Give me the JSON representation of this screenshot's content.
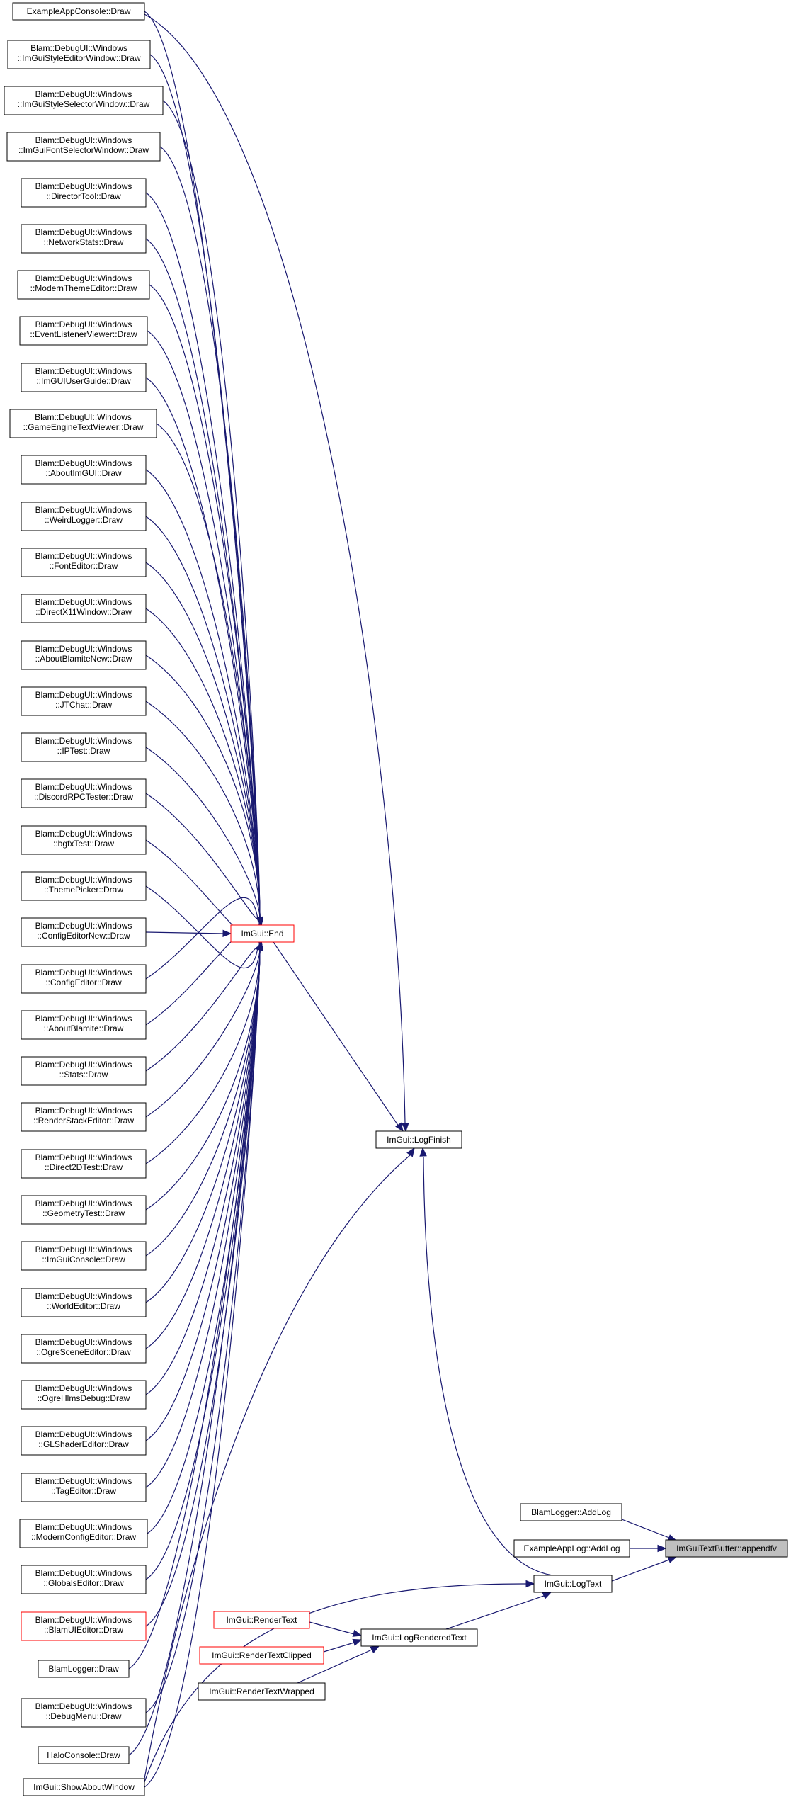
{
  "graph": {
    "title": "",
    "edge_color": "#191970",
    "red_border_color": "#ff0000",
    "focus_fill_color": "#bfbfbf",
    "nodes": [
      {
        "id": "appconsole",
        "lines": [
          "ExampleAppConsole::Draw"
        ]
      },
      {
        "id": "styleeditor",
        "lines": [
          "Blam::DebugUI::Windows",
          "::ImGuiStyleEditorWindow::Draw"
        ]
      },
      {
        "id": "styleselector",
        "lines": [
          "Blam::DebugUI::Windows",
          "::ImGuiStyleSelectorWindow::Draw"
        ]
      },
      {
        "id": "fontselector",
        "lines": [
          "Blam::DebugUI::Windows",
          "::ImGuiFontSelectorWindow::Draw"
        ]
      },
      {
        "id": "directortool",
        "lines": [
          "Blam::DebugUI::Windows",
          "::DirectorTool::Draw"
        ]
      },
      {
        "id": "networkstats",
        "lines": [
          "Blam::DebugUI::Windows",
          "::NetworkStats::Draw"
        ]
      },
      {
        "id": "moderntheme",
        "lines": [
          "Blam::DebugUI::Windows",
          "::ModernThemeEditor::Draw"
        ]
      },
      {
        "id": "eventlistener",
        "lines": [
          "Blam::DebugUI::Windows",
          "::EventListenerViewer::Draw"
        ]
      },
      {
        "id": "userguide",
        "lines": [
          "Blam::DebugUI::Windows",
          "::ImGUIUserGuide::Draw"
        ]
      },
      {
        "id": "gameenginetext",
        "lines": [
          "Blam::DebugUI::Windows",
          "::GameEngineTextViewer::Draw"
        ]
      },
      {
        "id": "aboutimgui",
        "lines": [
          "Blam::DebugUI::Windows",
          "::AboutImGUI::Draw"
        ]
      },
      {
        "id": "weirdlogger",
        "lines": [
          "Blam::DebugUI::Windows",
          "::WeirdLogger::Draw"
        ]
      },
      {
        "id": "fonteditor",
        "lines": [
          "Blam::DebugUI::Windows",
          "::FontEditor::Draw"
        ]
      },
      {
        "id": "directx11",
        "lines": [
          "Blam::DebugUI::Windows",
          "::DirectX11Window::Draw"
        ]
      },
      {
        "id": "aboutblamitenew",
        "lines": [
          "Blam::DebugUI::Windows",
          "::AboutBlamiteNew::Draw"
        ]
      },
      {
        "id": "jtchat",
        "lines": [
          "Blam::DebugUI::Windows",
          "::JTChat::Draw"
        ]
      },
      {
        "id": "iptest",
        "lines": [
          "Blam::DebugUI::Windows",
          "::IPTest::Draw"
        ]
      },
      {
        "id": "discordrpc",
        "lines": [
          "Blam::DebugUI::Windows",
          "::DiscordRPCTester::Draw"
        ]
      },
      {
        "id": "bgfxtest",
        "lines": [
          "Blam::DebugUI::Windows",
          "::bgfxTest::Draw"
        ]
      },
      {
        "id": "themepicker",
        "lines": [
          "Blam::DebugUI::Windows",
          "::ThemePicker::Draw"
        ]
      },
      {
        "id": "configeditornew",
        "lines": [
          "Blam::DebugUI::Windows",
          "::ConfigEditorNew::Draw"
        ]
      },
      {
        "id": "configeditor",
        "lines": [
          "Blam::DebugUI::Windows",
          "::ConfigEditor::Draw"
        ]
      },
      {
        "id": "aboutblamite",
        "lines": [
          "Blam::DebugUI::Windows",
          "::AboutBlamite::Draw"
        ]
      },
      {
        "id": "stats",
        "lines": [
          "Blam::DebugUI::Windows",
          "::Stats::Draw"
        ]
      },
      {
        "id": "renderstack",
        "lines": [
          "Blam::DebugUI::Windows",
          "::RenderStackEditor::Draw"
        ]
      },
      {
        "id": "direct2d",
        "lines": [
          "Blam::DebugUI::Windows",
          "::Direct2DTest::Draw"
        ]
      },
      {
        "id": "geometrytest",
        "lines": [
          "Blam::DebugUI::Windows",
          "::GeometryTest::Draw"
        ]
      },
      {
        "id": "imguiconsole",
        "lines": [
          "Blam::DebugUI::Windows",
          "::ImGuiConsole::Draw"
        ]
      },
      {
        "id": "worldeditor",
        "lines": [
          "Blam::DebugUI::Windows",
          "::WorldEditor::Draw"
        ]
      },
      {
        "id": "ogrescene",
        "lines": [
          "Blam::DebugUI::Windows",
          "::OgreSceneEditor::Draw"
        ]
      },
      {
        "id": "ogrehlms",
        "lines": [
          "Blam::DebugUI::Windows",
          "::OgreHlmsDebug::Draw"
        ]
      },
      {
        "id": "glshader",
        "lines": [
          "Blam::DebugUI::Windows",
          "::GLShaderEditor::Draw"
        ]
      },
      {
        "id": "tageditor",
        "lines": [
          "Blam::DebugUI::Windows",
          "::TagEditor::Draw"
        ]
      },
      {
        "id": "modernconfig",
        "lines": [
          "Blam::DebugUI::Windows",
          "::ModernConfigEditor::Draw"
        ]
      },
      {
        "id": "globalseditor",
        "lines": [
          "Blam::DebugUI::Windows",
          "::GlobalsEditor::Draw"
        ]
      },
      {
        "id": "blamuieditor",
        "lines": [
          "Blam::DebugUI::Windows",
          "::BlamUIEditor::Draw"
        ]
      },
      {
        "id": "blamloggerdraw",
        "lines": [
          "BlamLogger::Draw"
        ]
      },
      {
        "id": "debugmenu",
        "lines": [
          "Blam::DebugUI::Windows",
          "::DebugMenu::Draw"
        ]
      },
      {
        "id": "haloconsole",
        "lines": [
          "HaloConsole::Draw"
        ]
      },
      {
        "id": "showabout",
        "lines": [
          "ImGui::ShowAboutWindow"
        ]
      },
      {
        "id": "imguiend",
        "lines": [
          "ImGui::End"
        ]
      },
      {
        "id": "logfinish",
        "lines": [
          "ImGui::LogFinish"
        ]
      },
      {
        "id": "blamloggeraddlog",
        "lines": [
          "BlamLogger::AddLog"
        ]
      },
      {
        "id": "exampleapplogaddlog",
        "lines": [
          "ExampleAppLog::AddLog"
        ]
      },
      {
        "id": "logtext",
        "lines": [
          "ImGui::LogText"
        ]
      },
      {
        "id": "appendfv",
        "lines": [
          "ImGuiTextBuffer::appendfv"
        ]
      },
      {
        "id": "rendertext",
        "lines": [
          "ImGui::RenderText"
        ]
      },
      {
        "id": "rendertextclipped",
        "lines": [
          "ImGui::RenderTextClipped"
        ]
      },
      {
        "id": "logrenderedtext",
        "lines": [
          "ImGui::LogRenderedText"
        ]
      },
      {
        "id": "rendertextwrapped",
        "lines": [
          "ImGui::RenderTextWrapped"
        ]
      }
    ]
  }
}
